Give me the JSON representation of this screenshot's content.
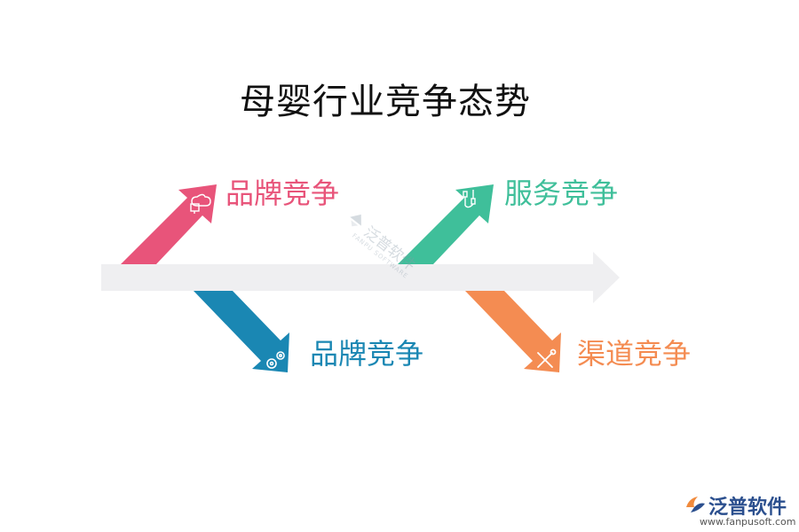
{
  "title": "母婴行业竞争态势",
  "branches": [
    {
      "label": "品牌竞争",
      "color": "#e8547a",
      "icon": "cloud-monitor-icon"
    },
    {
      "label": "服务竞争",
      "color": "#3fbf9a",
      "icon": "usb-cable-icon"
    },
    {
      "label": "品牌竞争",
      "color": "#1a87b3",
      "icon": "gears-icon"
    },
    {
      "label": "渠道竞争",
      "color": "#f48c52",
      "icon": "tools-icon"
    }
  ],
  "spine_color": "#efeff1",
  "watermark": {
    "text": "泛普软件",
    "subtext": "FANPU SOFTWARE"
  },
  "brand": {
    "name": "泛普软件",
    "url": "www.fanpusoft.com",
    "color": "#2b4f8e"
  }
}
